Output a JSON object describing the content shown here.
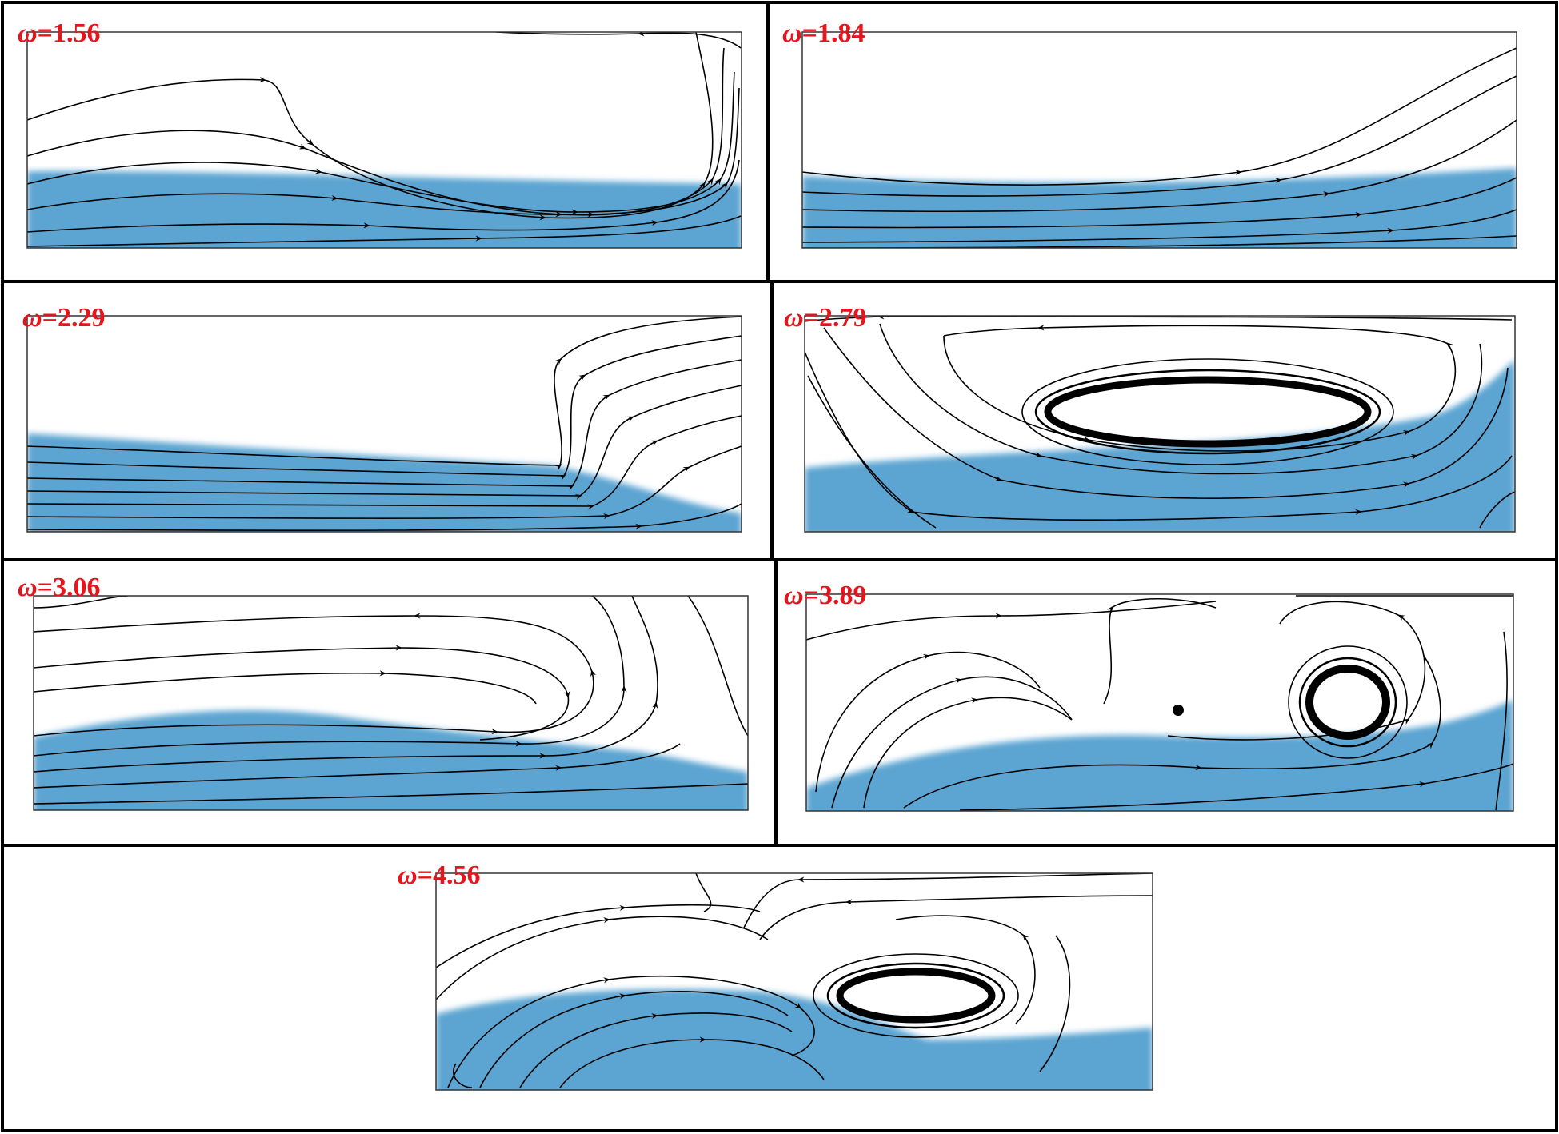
{
  "colors": {
    "liquid": "#5ba4d1",
    "label": "#e8141b",
    "streamline": "#000000",
    "border": "#000000"
  },
  "panels": [
    {
      "omega_symbol": "ω",
      "value": "=1.56",
      "pattern": "drop-right-wall"
    },
    {
      "omega_symbol": "ω",
      "value": "=1.84",
      "pattern": "rise-right"
    },
    {
      "omega_symbol": "ω",
      "value": "=2.29",
      "pattern": "jump-right"
    },
    {
      "omega_symbol": "ω",
      "value": "=2.79",
      "pattern": "large-vortex"
    },
    {
      "omega_symbol": "ω",
      "value": "=3.06",
      "pattern": "return-flow"
    },
    {
      "omega_symbol": "ω",
      "value": "=3.89",
      "pattern": "double-vortex"
    },
    {
      "omega_symbol": "ω",
      "value": "=4.56",
      "pattern": "single-vortex"
    }
  ]
}
